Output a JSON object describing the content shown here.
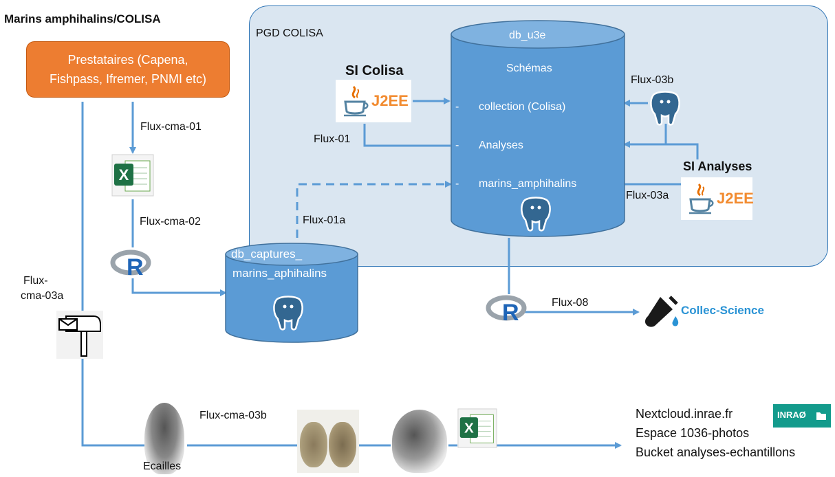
{
  "title": "Marins amphihalins/COLISA",
  "pgd_label": "PGD COLISA",
  "prestataires": {
    "line1": "Prestataires (Capena,",
    "line2": "Fishpass, Ifremer, PNMI etc)"
  },
  "db_u3e": {
    "name": "db_u3e",
    "schemas_title": "Schémas",
    "schemas": [
      {
        "dash": "-",
        "label": "collection (Colisa)"
      },
      {
        "dash": "-",
        "label": "Analyses"
      },
      {
        "dash": "-",
        "label": "marins_amphihalins"
      }
    ]
  },
  "db_captures": {
    "line1": "db_captures_",
    "line2": "marins_aphihalins"
  },
  "si_colisa": "SI Colisa",
  "si_analyses": "SI Analyses",
  "j2ee": "J2EE",
  "flows": {
    "cma01": "Flux-cma-01",
    "cma02": "Flux-cma-02",
    "cma03a_l1": "Flux-",
    "cma03a_l2": "cma-03a",
    "cma03b": "Flux-cma-03b",
    "f01": "Flux-01",
    "f01a": "Flux-01a",
    "f03a": "Flux-03a",
    "f03b": "Flux-03b",
    "f08": "Flux-08"
  },
  "r_label": "R",
  "collec_science": "Collec-Science",
  "ecailles": "Ecailles",
  "nextcloud": [
    "Nextcloud.inrae.fr",
    "Espace 1036-photos",
    "Bucket analyses-echantillons"
  ],
  "inrae": "INRAØ",
  "colors": {
    "accent_blue": "#5b9bd5",
    "box_fill": "#dae6f1",
    "orange": "#ed7d31"
  }
}
